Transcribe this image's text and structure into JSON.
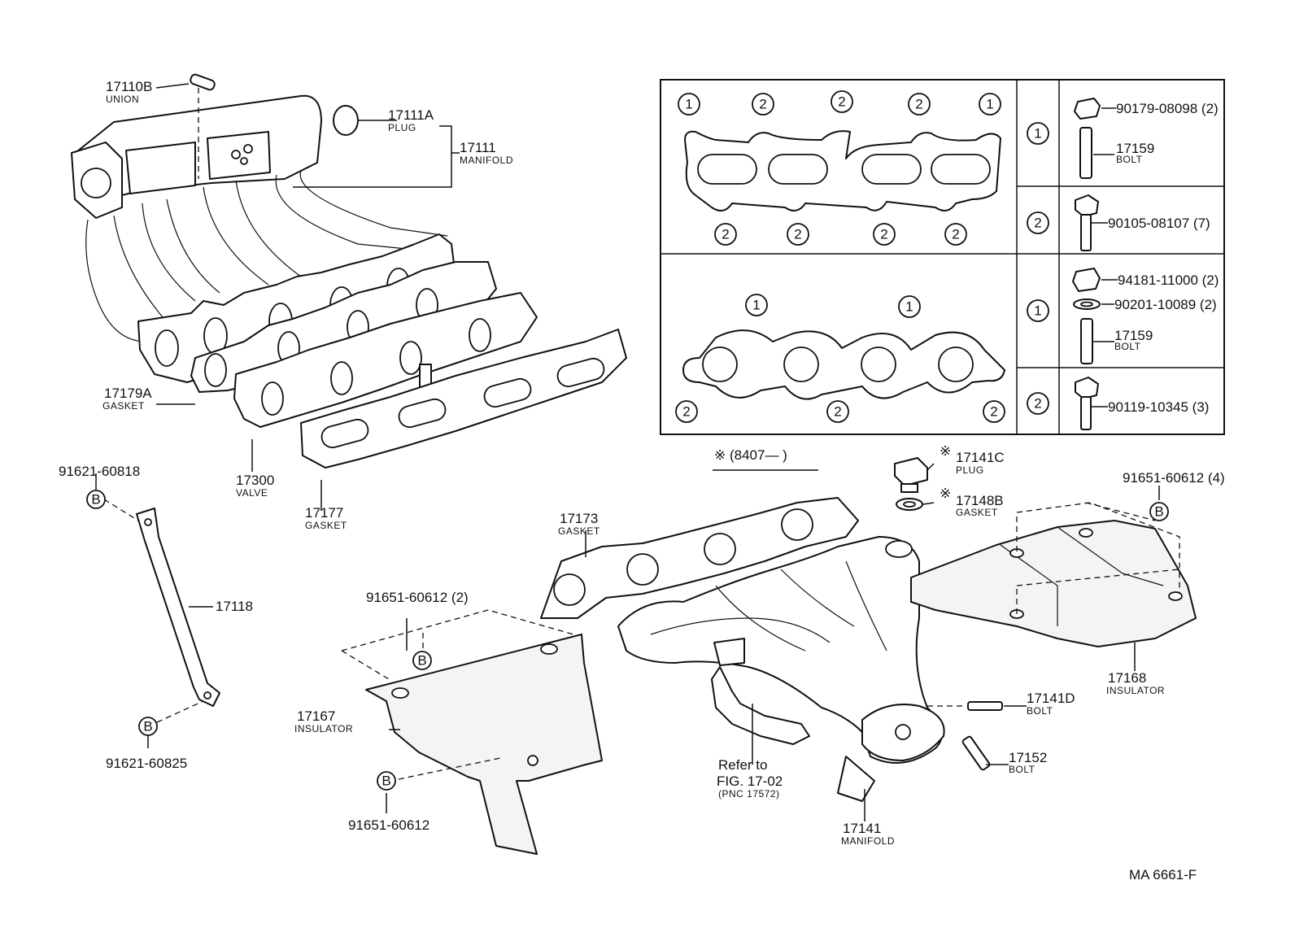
{
  "figure_code": "MA  6661-F",
  "note_range": "※ (8407—        )",
  "refer": {
    "line1": "Refer to",
    "line2": "FIG. 17-02",
    "line3": "(PNC 17572)"
  },
  "labels": {
    "p17110B": {
      "num": "17110B",
      "name": "UNION"
    },
    "p17111A": {
      "num": "17111A",
      "name": "PLUG"
    },
    "p17111": {
      "num": "17111",
      "name": "MANIFOLD"
    },
    "p17179A": {
      "num": "17179A",
      "name": "GASKET"
    },
    "p17300": {
      "num": "17300",
      "name": "VALVE"
    },
    "p17177": {
      "num": "17177",
      "name": "GASKET"
    },
    "p17173": {
      "num": "17173",
      "name": "GASKET"
    },
    "p17141C": {
      "num": "17141C",
      "name": "PLUG"
    },
    "p17148B": {
      "num": "17148B",
      "name": "GASKET"
    },
    "p17118": {
      "num": "17118"
    },
    "p17167": {
      "num": "17167",
      "name": "INSULATOR"
    },
    "p17168": {
      "num": "17168",
      "name": "INSULATOR"
    },
    "p17141D": {
      "num": "17141D",
      "name": "BOLT"
    },
    "p17152": {
      "num": "17152",
      "name": "BOLT"
    },
    "p17141": {
      "num": "17141",
      "name": "MANIFOLD"
    },
    "b91621_60818": "91621-60818",
    "b91621_60825": "91621-60825",
    "b91651_60612_2": "91651-60612 (2)",
    "b91651_60612": "91651-60612",
    "b91651_60612_4": "91651-60612 (4)"
  },
  "b_marker": "B",
  "mark": "※",
  "one": "1",
  "two": "2",
  "table": {
    "rows": [
      {
        "key": "1",
        "items": [
          {
            "num": "90179-08098 (2)"
          },
          {
            "num": "17159",
            "name": "BOLT"
          }
        ]
      },
      {
        "key": "2",
        "items": [
          {
            "num": "90105-08107 (7)"
          }
        ]
      },
      {
        "key": "1",
        "items": [
          {
            "num": "94181-11000 (2)"
          },
          {
            "num": "90201-10089 (2)"
          },
          {
            "num": "17159",
            "name": "BOLT"
          }
        ]
      },
      {
        "key": "2",
        "items": [
          {
            "num": "90119-10345 (3)"
          }
        ]
      }
    ]
  }
}
